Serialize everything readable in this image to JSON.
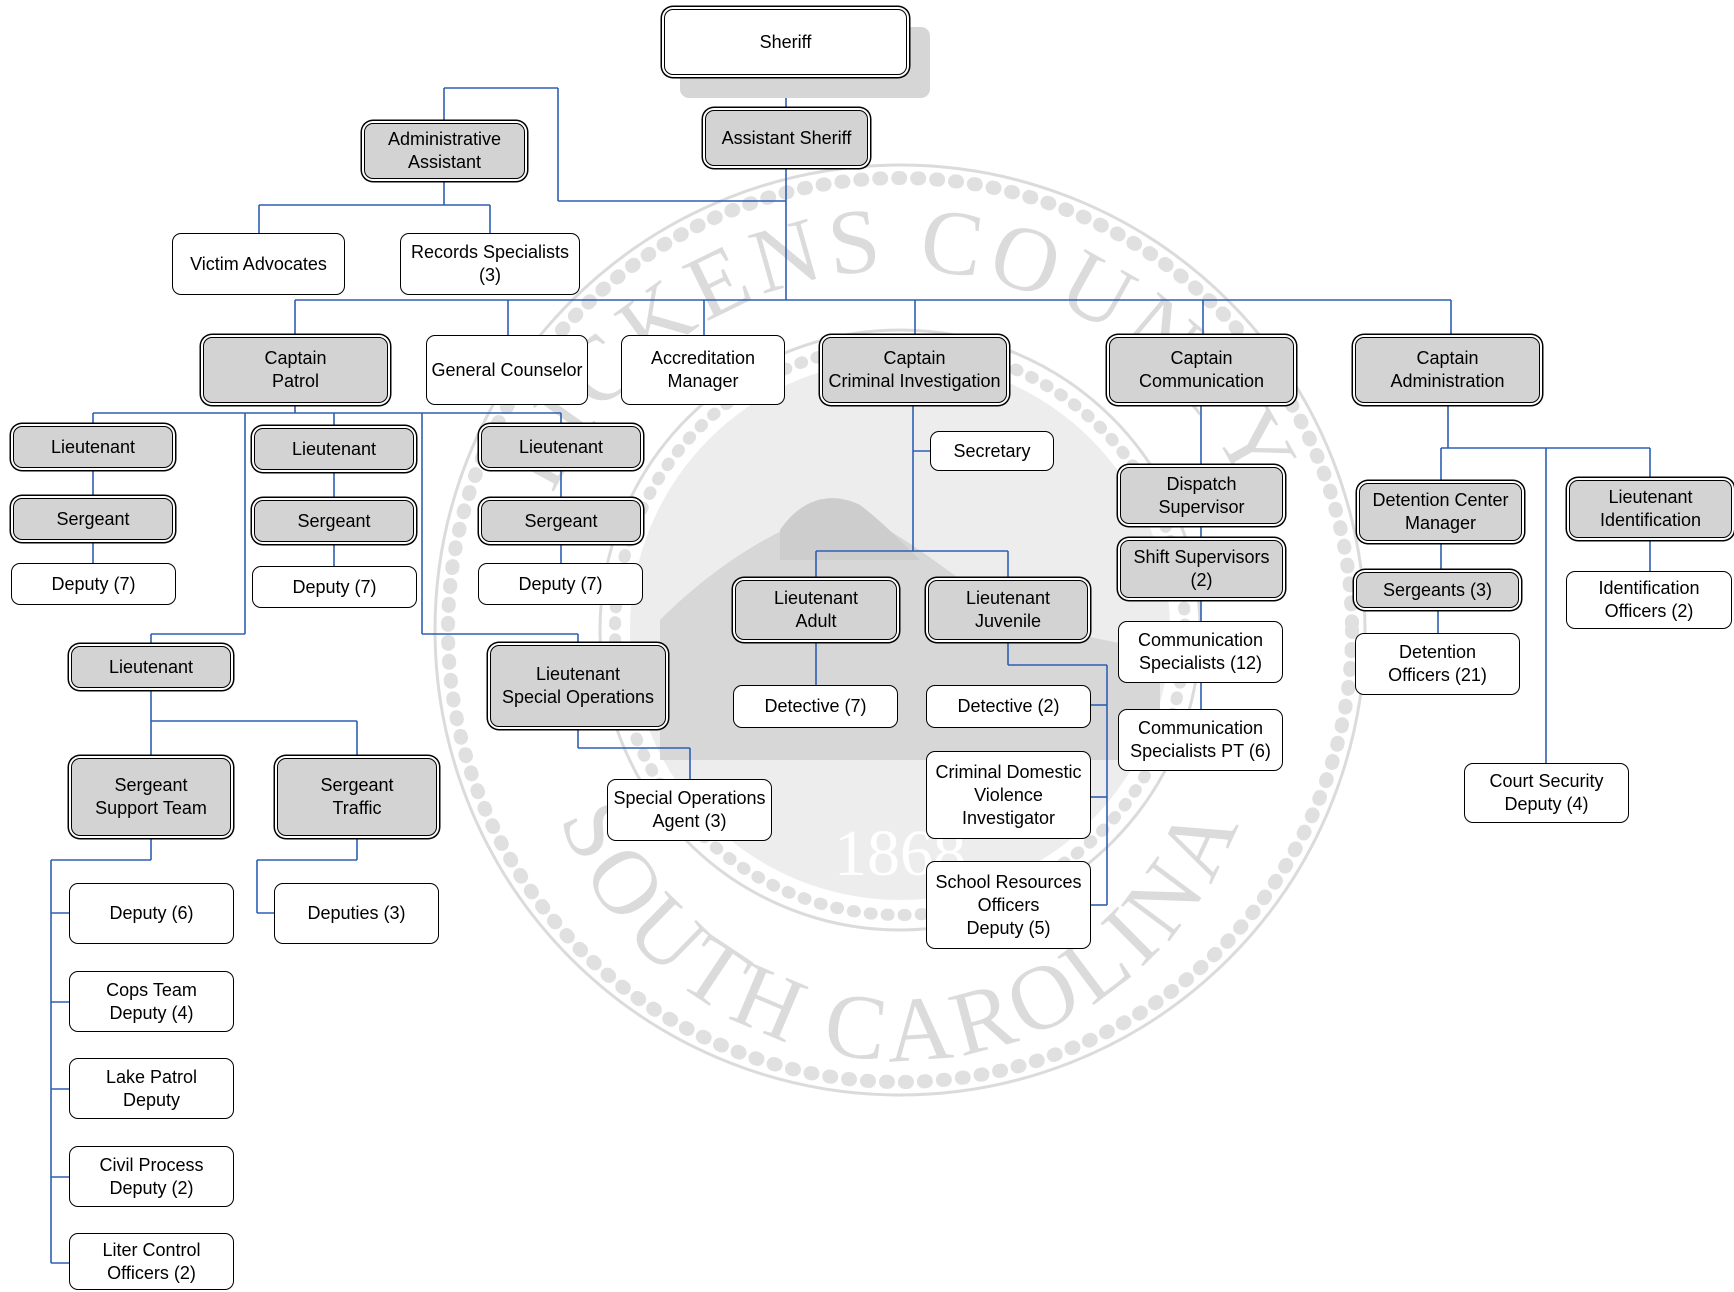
{
  "chart": {
    "seal": {
      "arc_top": "PICKENS COUNTY",
      "arc_bottom": "SOUTH CAROLINA",
      "year": "1868"
    },
    "nodes": {
      "sheriff": "Sheriff",
      "assistant_sheriff": "Assistant Sheriff",
      "admin_assistant": "Administrative\nAssistant",
      "victim_advocates": "Victim Advocates",
      "records_specialists": "Records Specialists\n(3)",
      "captain_patrol": "Captain\nPatrol",
      "general_counselor": "General Counselor",
      "accreditation_manager": "Accreditation\nManager",
      "captain_criminal": "Captain\nCriminal Investigation",
      "captain_communication": "Captain\nCommunication",
      "captain_administration": "Captain\nAdministration",
      "lt_patrol_1": "Lieutenant",
      "sgt_patrol_1": "Sergeant",
      "deputy_patrol_1": "Deputy (7)",
      "lt_patrol_2": "Lieutenant",
      "sgt_patrol_2": "Sergeant",
      "deputy_patrol_2": "Deputy (7)",
      "lt_patrol_3": "Lieutenant",
      "sgt_patrol_3": "Sergeant",
      "deputy_patrol_3": "Deputy (7)",
      "lt_patrol_4": "Lieutenant",
      "lt_special_ops": "Lieutenant\nSpecial Operations",
      "special_ops_agent": "Special Operations\nAgent (3)",
      "sgt_support_team": "Sergeant\nSupport Team",
      "sgt_traffic": "Sergeant\nTraffic",
      "deputy_6": "Deputy (6)",
      "deputies_3": "Deputies (3)",
      "cops_team": "Cops Team\nDeputy (4)",
      "lake_patrol": "Lake Patrol\nDeputy",
      "civil_process": "Civil Process\nDeputy (2)",
      "liter_control": "Liter Control\nOfficers (2)",
      "secretary": "Secretary",
      "lt_adult": "Lieutenant\nAdult",
      "lt_juvenile": "Lieutenant\nJuvenile",
      "detective_7": "Detective (7)",
      "detective_2": "Detective (2)",
      "cdv_investigator": "Criminal Domestic\nViolence\nInvestigator",
      "school_resources": "School Resources\nOfficers\nDeputy (5)",
      "dispatch_supervisor": "Dispatch\nSupervisor",
      "shift_supervisors": "Shift Supervisors\n(2)",
      "comm_specialists": "Communication\nSpecialists (12)",
      "comm_specialists_pt": "Communication\nSpecialists PT (6)",
      "detention_manager": "Detention Center\nManager",
      "sergeants_3": "Sergeants (3)",
      "detention_officers": "Detention\nOfficers (21)",
      "lt_identification": "Lieutenant\nIdentification",
      "identification_officers": "Identification\nOfficers (2)",
      "court_security": "Court Security\nDeputy (4)"
    }
  }
}
